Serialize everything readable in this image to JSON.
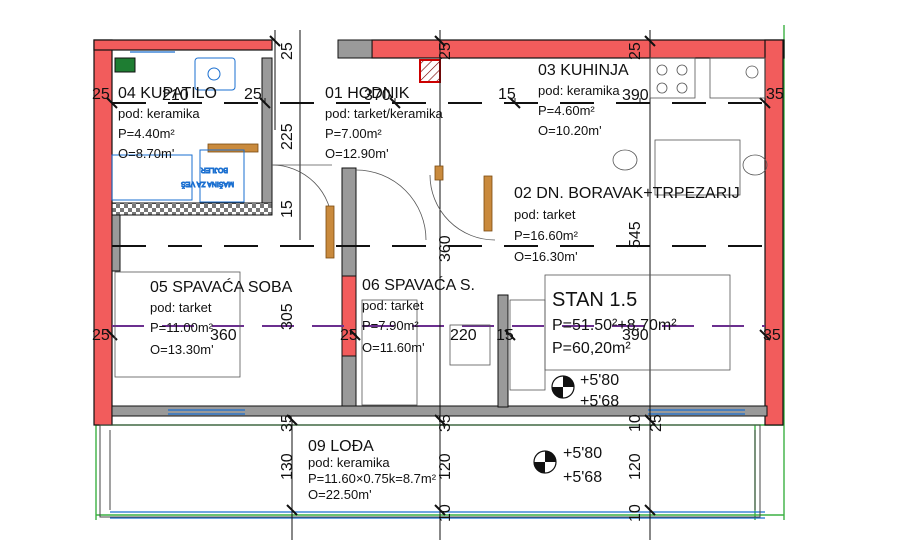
{
  "rooms": {
    "kupatilo": {
      "name": "04 KUPATILO",
      "floor": "pod: keramika",
      "area": "P=4.40m²",
      "perimeter": "O=8.70m'"
    },
    "hodnik": {
      "name": "01 HODNIK",
      "floor": "pod: tarket/keramika",
      "area": "P=7.00m²",
      "perimeter": "O=12.90m'"
    },
    "kuhinja": {
      "name": "03 KUHINJA",
      "floor": "pod: keramika",
      "area": "P=4.60m²",
      "perimeter": "O=10.20m'"
    },
    "boravak": {
      "name": "02 DN. BORAVAK+TRPEZARIJ",
      "floor": "pod: tarket",
      "area": "P=16.60m²",
      "perimeter": "O=16.30m'"
    },
    "soba05": {
      "name": "05 SPAVAĆA SOBA",
      "floor": "pod: tarket",
      "area": "P=11.00m²",
      "perimeter": "O=13.30m'"
    },
    "soba06": {
      "name": "06 SPAVAĆA S.",
      "floor": "pod: tarket",
      "area": "P=7.90m²",
      "perimeter": "O=11.60m'"
    },
    "loda": {
      "name": "09 LOĐA",
      "floor": "pod: keramika",
      "area": "P=11.60×0.75k=8.7m²",
      "perimeter": "O=22.50m'"
    }
  },
  "stan": {
    "title": "STAN 1.5",
    "area": "P=51.50²+8.70m²",
    "total": "P=60,20m²"
  },
  "elevations": {
    "upper": {
      "top": "+5'80",
      "bottom": "+5'68"
    },
    "lower": {
      "top": "+5'80",
      "bottom": "+5'68"
    }
  },
  "dimensions": {
    "d25_top1": "25",
    "d25_top2": "25",
    "d25_top3": "25",
    "d210": "210",
    "d370": "370",
    "d390": "390",
    "d25_left1": "25",
    "d25_mid1": "25",
    "d15_a": "15",
    "d35_right1": "35",
    "d225": "225",
    "d15_b": "15",
    "d360": "360",
    "d545": "545",
    "d25_left2": "25",
    "d360b": "360",
    "d305": "305",
    "d25_mid2": "25",
    "d220": "220",
    "d15_c": "15",
    "d390b": "390",
    "d35_right2": "35",
    "d35_a": "35",
    "d35_b": "35",
    "d10_a": "10",
    "d25_c": "25",
    "d130": "130",
    "d120_a": "120",
    "d120_b": "120",
    "d10_b": "10",
    "d10_c": "10"
  },
  "fixture_labels": {
    "boiler": "BOJLER",
    "washer": "MAŠINA ZA VEŠ"
  },
  "colors": {
    "wall_red": "#f25c5c",
    "wall_grey": "#8a8a8a",
    "green_edge": "#3cb043",
    "purple_axis": "#6b2f8f",
    "fixture_blue": "#1a6fd0",
    "door_brown": "#c98a3d"
  }
}
